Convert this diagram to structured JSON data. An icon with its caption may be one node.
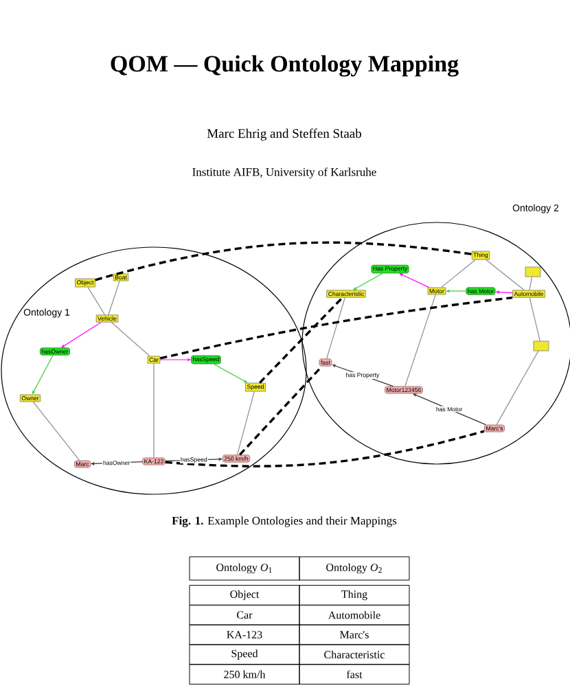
{
  "diagram": {
    "title": "QOM — Quick Ontology Mapping",
    "caption": "**Fig. 1.** Example Ontologies and their Mappings",
    "nodes": [
      {
        "text": [
          "Ontology 1"
        ]
      },
      {
        "text": [
          "Ontology 2"
        ]
      },
      {
        "text": [
          "Object"
        ],
        "in": 0
      },
      {
        "text": [
          "Boat"
        ],
        "in": 0
      },
      {
        "text": [
          "Vehicle"
        ],
        "in": 0
      },
      {
        "text": [
          "hasOwner"
        ],
        "in": 0
      },
      {
        "text": [
          "Car"
        ],
        "in": 0
      },
      {
        "text": [
          "hasSpeed"
        ],
        "in": 0
      },
      {
        "text": [
          "Owner"
        ],
        "in": 0
      },
      {
        "text": [
          "Speed"
        ],
        "in": 0
      },
      {
        "text": [
          "KA-123"
        ],
        "in": 0
      },
      {
        "text": [
          "250 km/h"
        ],
        "in": 0
      },
      {
        "text": [
          "Marc"
        ],
        "in": 0
      },
      {
        "text": [
          "Thing"
        ],
        "in": 1
      },
      {
        "text": [],
        "shape": "box",
        "in": 1
      },
      {
        "text": [
          "Characteristic"
        ],
        "in": 1
      },
      {
        "text": [
          "Has Property"
        ],
        "in": 1
      },
      {
        "text": [
          "Motor"
        ],
        "in": 1
      },
      {
        "text": [
          "has Motor"
        ],
        "in": 1
      },
      {
        "text": [
          "Automobile"
        ],
        "in": 1
      },
      {
        "text": [],
        "shape": "box",
        "in": 1
      },
      {
        "text": [
          "fast"
        ],
        "in": 1
      },
      {
        "text": [
          "Motor123456"
        ],
        "in": 1
      },
      {
        "text": [
          "Marc's"
        ],
        "in": 1
      }
    ],
    "edges": [
      {
        "from": 2,
        "to": 4,
        "arrow": "none"
      },
      {
        "from": 3,
        "to": 4,
        "arrow": "none"
      },
      {
        "from": 4,
        "to": 5,
        "arrow": "to",
        "color": "#ff00ff"
      },
      {
        "from": 5,
        "to": 8,
        "arrow": "to",
        "color": "#33cc33"
      },
      {
        "from": 4,
        "to": 6,
        "arrow": "none"
      },
      {
        "from": 6,
        "to": 7,
        "arrow": "to",
        "color": "#ff00ff"
      },
      {
        "from": 7,
        "to": 9,
        "arrow": "to",
        "color": "#33cc33"
      },
      {
        "from": 6,
        "to": 10,
        "arrow": "none"
      },
      {
        "from": 8,
        "to": 12,
        "arrow": "none"
      },
      {
        "from": 9,
        "to": 11,
        "arrow": "none"
      },
      {
        "from": 10,
        "to": 12,
        "arrow": "to",
        "label": "hasOwner",
        "color": "#333333"
      },
      {
        "from": 10,
        "to": 11,
        "arrow": "to",
        "label": "hasSpeed",
        "color": "#333333"
      },
      {
        "from": 13,
        "to": 17,
        "arrow": "none"
      },
      {
        "from": 13,
        "to": 19,
        "arrow": "none"
      },
      {
        "from": 14,
        "to": 19,
        "arrow": "none"
      },
      {
        "from": 19,
        "to": 18,
        "arrow": "to",
        "color": "#ff00ff"
      },
      {
        "from": 18,
        "to": 17,
        "arrow": "to",
        "color": "#33cc33"
      },
      {
        "from": 17,
        "to": 16,
        "arrow": "to",
        "color": "#ff00ff"
      },
      {
        "from": 16,
        "to": 15,
        "arrow": "to",
        "color": "#33cc33"
      },
      {
        "from": 15,
        "to": 21,
        "arrow": "none"
      },
      {
        "from": 17,
        "to": 22,
        "arrow": "none"
      },
      {
        "from": 19,
        "to": 20,
        "arrow": "none"
      },
      {
        "from": 20,
        "to": 23,
        "arrow": "none"
      },
      {
        "from": 22,
        "to": 21,
        "arrow": "to",
        "label": "has Property",
        "color": "#333333"
      },
      {
        "from": 23,
        "to": 22,
        "arrow": "to",
        "label": "has Motor",
        "color": "#333333"
      },
      {
        "from": 2,
        "to": 13,
        "arrow": "none",
        "style": "dashed",
        "color": "#000000"
      },
      {
        "from": 6,
        "to": 19,
        "arrow": "none",
        "style": "dashed",
        "color": "#000000"
      },
      {
        "from": 10,
        "to": 23,
        "arrow": "none",
        "style": "dashed",
        "color": "#000000"
      },
      {
        "from": 9,
        "to": 15,
        "arrow": "none",
        "style": "dashed",
        "color": "#000000"
      },
      {
        "from": 11,
        "to": 21,
        "arrow": "none",
        "style": "dashed",
        "color": "#000000"
      }
    ],
    "labels": [
      "Marc Ehrig and Steffen Staab",
      "Institute AIFB, University of Karlsruhe",
      "Ontology *O*$_{1}$",
      "Ontology *O*$_{2}$",
      "Object",
      "Thing",
      "Car",
      "Automobile",
      "KA-123",
      "Marc's",
      "Speed",
      "Characteristic",
      "250 km/h",
      "fast"
    ]
  }
}
